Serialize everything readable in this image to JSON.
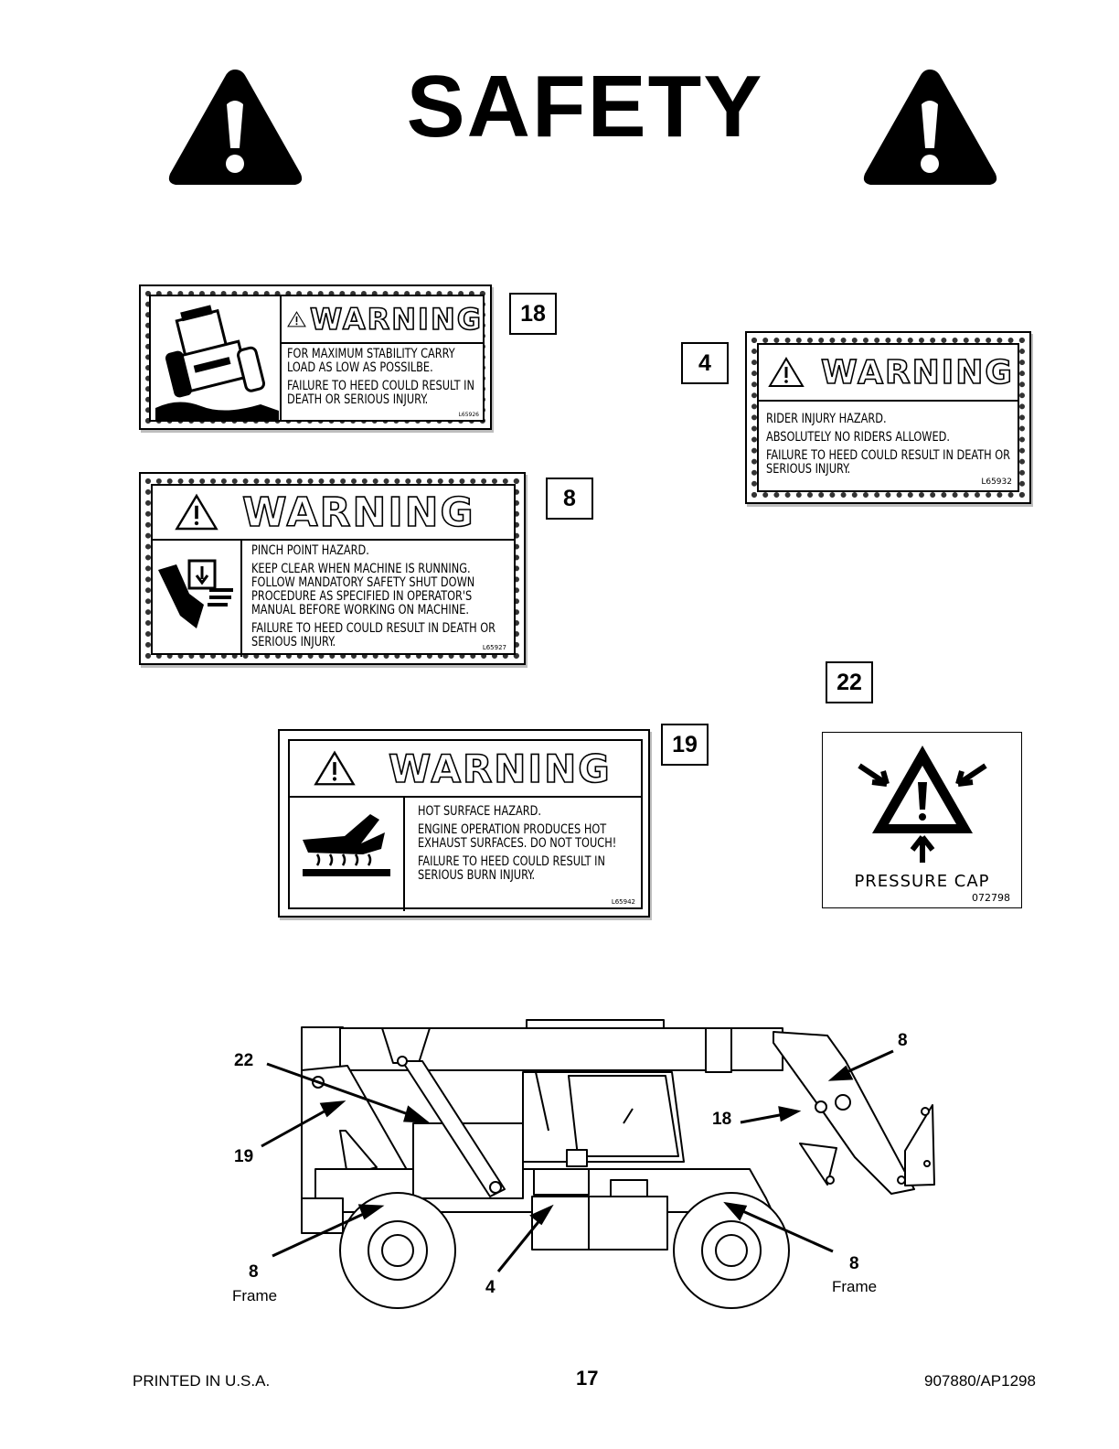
{
  "header": {
    "title": "SAFETY"
  },
  "decals": {
    "d18": {
      "callout": "18",
      "heading": "WARNING",
      "lines": [
        "FOR MAXIMUM STABILITY CARRY LOAD AS LOW AS POSSILBE.",
        "FAILURE TO HEED COULD RESULT IN DEATH OR SERIOUS INJURY."
      ],
      "code": "L65926"
    },
    "d4": {
      "callout": "4",
      "heading": "WARNING",
      "lines": [
        "RIDER INJURY HAZARD.",
        "ABSOLUTELY NO RIDERS ALLOWED.",
        "FAILURE TO HEED COULD RESULT IN DEATH OR SERIOUS INJURY."
      ],
      "code": "L65932"
    },
    "d8": {
      "callout": "8",
      "heading": "WARNING",
      "lines": [
        "PINCH POINT HAZARD.",
        "KEEP CLEAR WHEN MACHINE IS RUNNING. FOLLOW MANDATORY SAFETY SHUT DOWN PROCEDURE AS SPECIFIED IN OPERATOR'S MANUAL BEFORE WORKING ON MACHINE.",
        "FAILURE TO HEED COULD RESULT IN DEATH OR SERIOUS INJURY."
      ],
      "code": "L65927"
    },
    "d19": {
      "callout": "19",
      "heading": "WARNING",
      "lines": [
        "HOT SURFACE HAZARD.",
        "ENGINE OPERATION PRODUCES HOT EXHAUST SURFACES. DO NOT TOUCH!",
        "FAILURE TO HEED COULD RESULT IN SERIOUS BURN INJURY."
      ],
      "code": "L65942"
    },
    "d22": {
      "callout": "22",
      "text": "PRESSURE CAP",
      "code": "072798"
    }
  },
  "diagram": {
    "labels": {
      "l22": "22",
      "l19": "19",
      "l8_frame_left": "8",
      "frame_left": "Frame",
      "l4": "4",
      "l18": "18",
      "l8_top": "8",
      "l8_frame_right": "8",
      "frame_right": "Frame"
    }
  },
  "footer": {
    "left": "PRINTED IN U.S.A.",
    "page": "17",
    "right": "907880/AP1298"
  }
}
